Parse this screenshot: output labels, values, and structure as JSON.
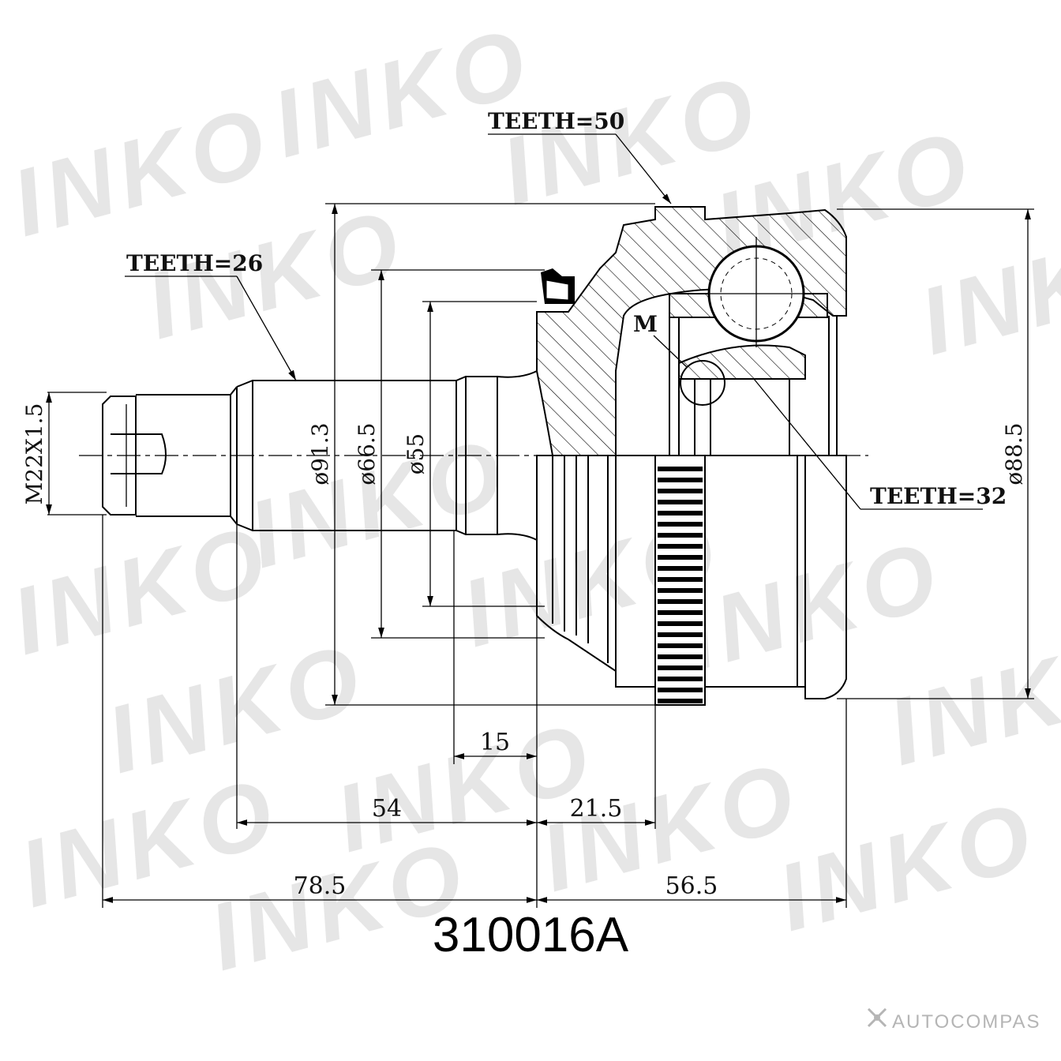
{
  "part_number": "310016A",
  "watermark": {
    "brand": "INKO",
    "site": "AUTOCOMPAS"
  },
  "teeth": {
    "outer": "TEETH=50",
    "shaft": "TEETH=26",
    "inner": "TEETH=32"
  },
  "marker": "M",
  "dimensions": {
    "thread": "M22X1.5",
    "dia_91_3": "ø91.3",
    "dia_66_5": "ø66.5",
    "dia_55": "ø55",
    "dia_88_5": "ø88.5",
    "len_15": "15",
    "len_54": "54",
    "len_21_5": "21.5",
    "len_78_5": "78.5",
    "len_56_5": "56.5"
  }
}
